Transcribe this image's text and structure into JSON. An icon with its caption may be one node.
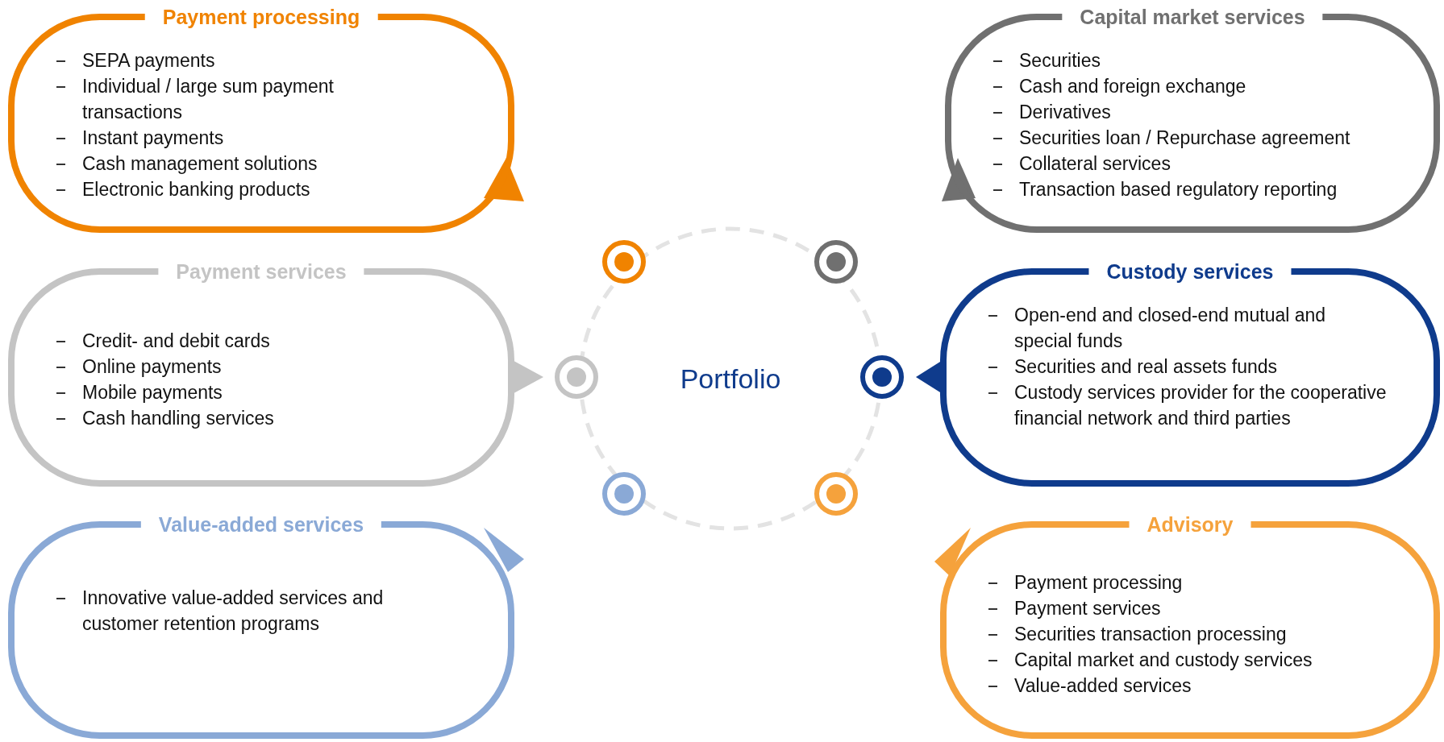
{
  "diagram": {
    "nodes": [
      {
        "text": [
          "Payment processing",
          "SEPA payments",
          "Individual / large sum payment transactions",
          "Instant payments",
          "Cash management solutions",
          "Electronic banking products"
        ]
      },
      {
        "text": [
          "Capital market services",
          "Securities",
          "Cash and foreign exchange",
          "Derivatives",
          "Securities loan / Repurchase agreement",
          "Collateral services",
          "Transaction based regulatory reporting"
        ]
      },
      {
        "text": [
          "Payment services",
          "Credit- and debit cards",
          "Online payments",
          "Mobile payments",
          "Cash handling services"
        ]
      },
      {
        "text": [
          "Portfolio"
        ]
      },
      {
        "text": [
          "Custody services",
          "Open-end and closed-end mutual and special funds",
          "Securities and real assets funds",
          "Custody services provider for the cooperative financial network and third parties"
        ]
      },
      {
        "text": [
          "Value-added services",
          "Innovative value-added services and customer retention programs"
        ]
      },
      {
        "text": [
          "Advisory",
          "Payment processing",
          "Payment services",
          "Securities transaction processing",
          "Capital market and custody services",
          "Value-added services"
        ]
      }
    ]
  }
}
